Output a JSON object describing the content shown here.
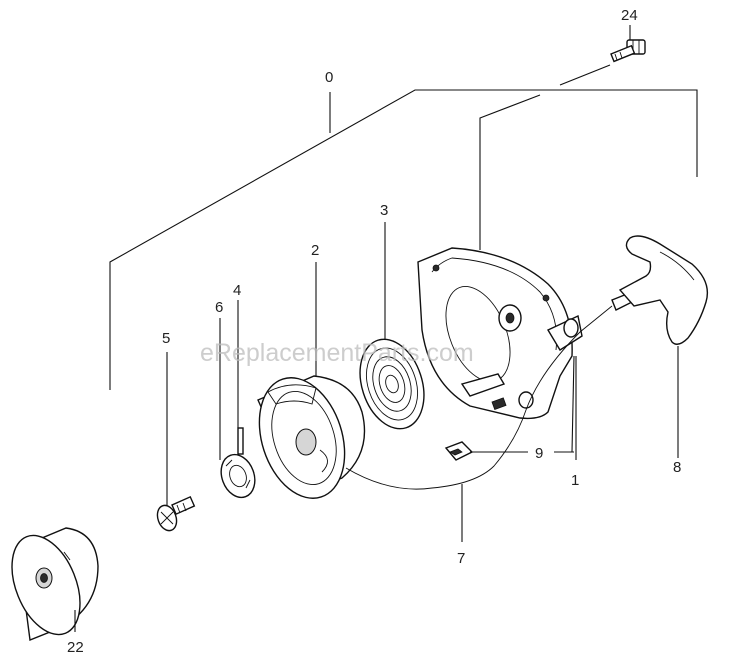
{
  "callouts": {
    "c0": "0",
    "c1": "1",
    "c2": "2",
    "c3": "3",
    "c4": "4",
    "c5": "5",
    "c6": "6",
    "c7": "7",
    "c8": "8",
    "c9": "9",
    "c22": "22",
    "c24": "24"
  },
  "watermark": "eReplacementParts.com"
}
